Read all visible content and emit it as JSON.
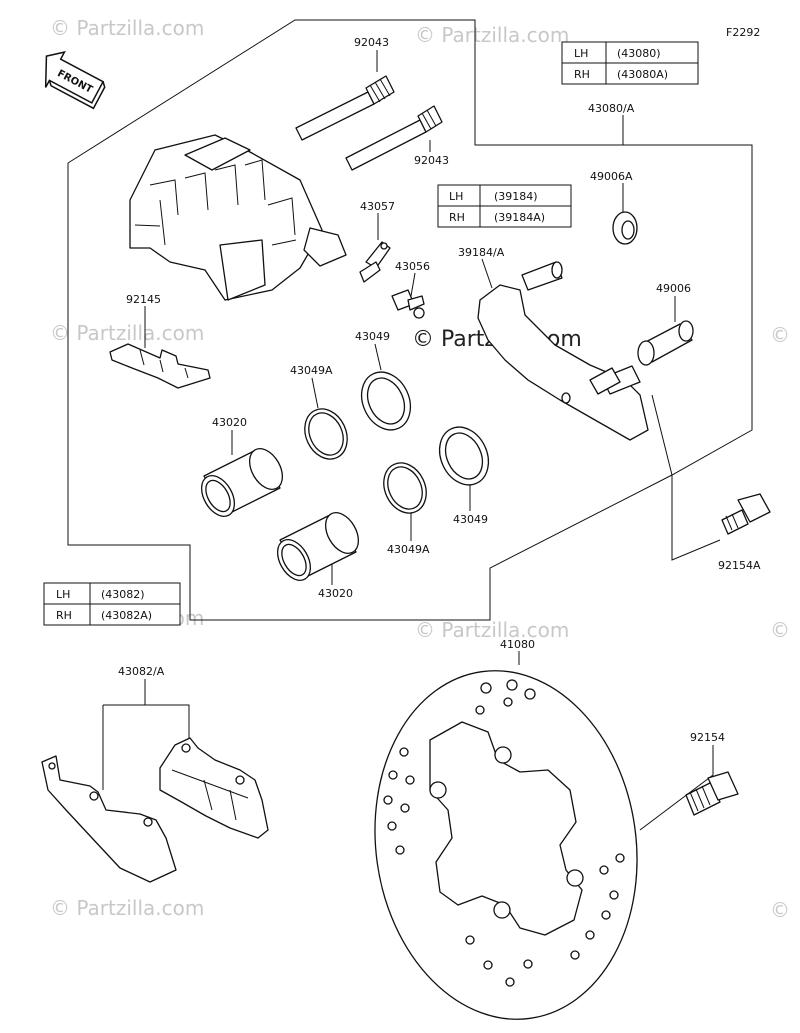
{
  "diagram_code": "F2292",
  "watermark": "© Partzilla.com",
  "front_label": "FRONT",
  "tables": {
    "caliper_assy": {
      "rows": [
        {
          "side": "LH",
          "part": "(43080)"
        },
        {
          "side": "RH",
          "part": "(43080A)"
        }
      ]
    },
    "bracket": {
      "rows": [
        {
          "side": "LH",
          "part": "(39184)"
        },
        {
          "side": "RH",
          "part": "(39184A)"
        }
      ]
    },
    "pads": {
      "rows": [
        {
          "side": "LH",
          "part": "(43082)"
        },
        {
          "side": "RH",
          "part": "(43082A)"
        }
      ]
    }
  },
  "labels": {
    "p92043_top": "92043",
    "p92043_mid": "92043",
    "p43080": "43080/A",
    "p49006A": "49006A",
    "p43057": "43057",
    "p43056": "43056",
    "p39184": "39184/A",
    "p49006": "49006",
    "p92145": "92145",
    "p43049_a": "43049",
    "p43049A_a": "43049A",
    "p43020_a": "43020",
    "p43049_b": "43049",
    "p43049A_b": "43049A",
    "p43020_b": "43020",
    "p92154A": "92154A",
    "p43082": "43082/A",
    "p41080": "41080",
    "p92154": "92154"
  }
}
